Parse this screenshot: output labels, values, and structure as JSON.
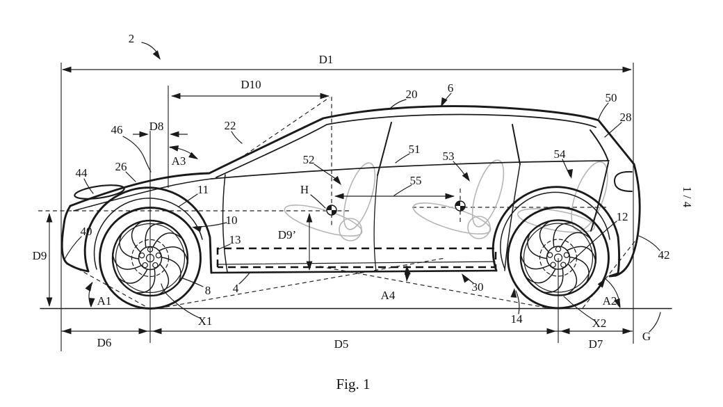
{
  "figure": {
    "caption": "Fig. 1",
    "sheet_number": "1 / 4"
  },
  "colors": {
    "drawing_line": "#1a1a1a",
    "seat_outline": "#b5b5b5",
    "dimension_line": "#222222"
  },
  "labels": {
    "n2": "2",
    "d1": "D1",
    "d10": "D10",
    "d8": "D8",
    "n46": "46",
    "n22": "22",
    "a3": "A3",
    "n26": "26",
    "n44": "44",
    "n20": "20",
    "n6": "6",
    "n52": "52",
    "n51": "51",
    "n53": "53",
    "n54": "54",
    "n55": "55",
    "n50": "50",
    "n28": "28",
    "h": "H",
    "n11": "11",
    "n10": "10",
    "d9": "D9",
    "n40": "40",
    "n13": "13",
    "d9p": "D9’",
    "n12": "12",
    "n42": "42",
    "a1": "A1",
    "n8": "8",
    "n4": "4",
    "a4": "A4",
    "n30": "30",
    "a2": "A2",
    "n14": "14",
    "x1": "X1",
    "x2": "X2",
    "d6": "D6",
    "d5": "D5",
    "d7": "D7",
    "g": "G"
  }
}
